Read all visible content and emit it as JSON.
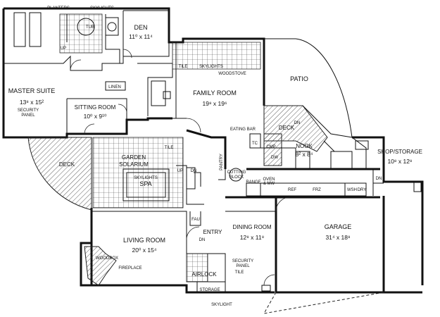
{
  "labels": {
    "planters": "PLANTERS",
    "skylights_top": "SKYLIGHTS",
    "tub": "TUB",
    "up_top": "UP",
    "den": "DEN",
    "den_dim": "11⁰ x 11⁴",
    "linen": "LINEN",
    "master_suite": "MASTER SUITE",
    "master_suite_dim": "13⁸ x 15²",
    "security_panel_master": "SECURITY\nPANEL",
    "sitting_room": "SITTING ROOM",
    "sitting_room_dim": "10⁰ x 9¹⁰",
    "tile_top": "TILE",
    "skylights_family": "SKYLIGHTS",
    "woodstove": "WOODSTOVE",
    "family_room": "FAMILY ROOM",
    "family_room_dim": "19⁸ x 19⁶",
    "patio": "PATIO",
    "deck_right": "DECK",
    "dn_deck": "DN",
    "eating_bar": "EATING BAR",
    "tc": "TC",
    "cmp": "CMP",
    "dw": "DW",
    "nook": "NOOK",
    "nook_dim": "8² x 8⁴",
    "shop_storage": "SHOP/STORAGE",
    "shop_storage_dim": "10⁸ x 12⁸",
    "dn_shop": "DN",
    "deck_left": "DECK",
    "garden": "GARDEN",
    "solarium": "SOLARIUM",
    "tile_mid": "TILE",
    "spa": "SPA",
    "skylights_spa": "SKYLIGHTS",
    "up_mid": "UP",
    "dn_mid": "DN",
    "pantry": "PANTRY",
    "cutting_block": "CUTTING\nBLOCK",
    "range": "RANGE",
    "oven_mw": "OVEN\n& MW",
    "ref": "REF",
    "frz": "FRZ",
    "wsh": "WSH",
    "dry": "DRY",
    "living_room": "LIVING ROOM",
    "living_room_dim": "20⁰ x 15⁴",
    "woodbox": "WOODBOX",
    "fireplace": "FIREPLACE",
    "fau": "FAU",
    "entry": "ENTRY",
    "dn_entry": "DN",
    "dining_room": "DINING ROOM",
    "dining_room_dim": "12⁸ x 11⁸",
    "garage": "GARAGE",
    "garage_dim": "31⁴ x 18⁸",
    "airlock": "AIRLOCK",
    "security_panel_entry": "SECURITY\nPANEL",
    "tile_entry": "TILE",
    "storage": "STORAGE",
    "skylight_bottom": "SKYLIGHT"
  }
}
